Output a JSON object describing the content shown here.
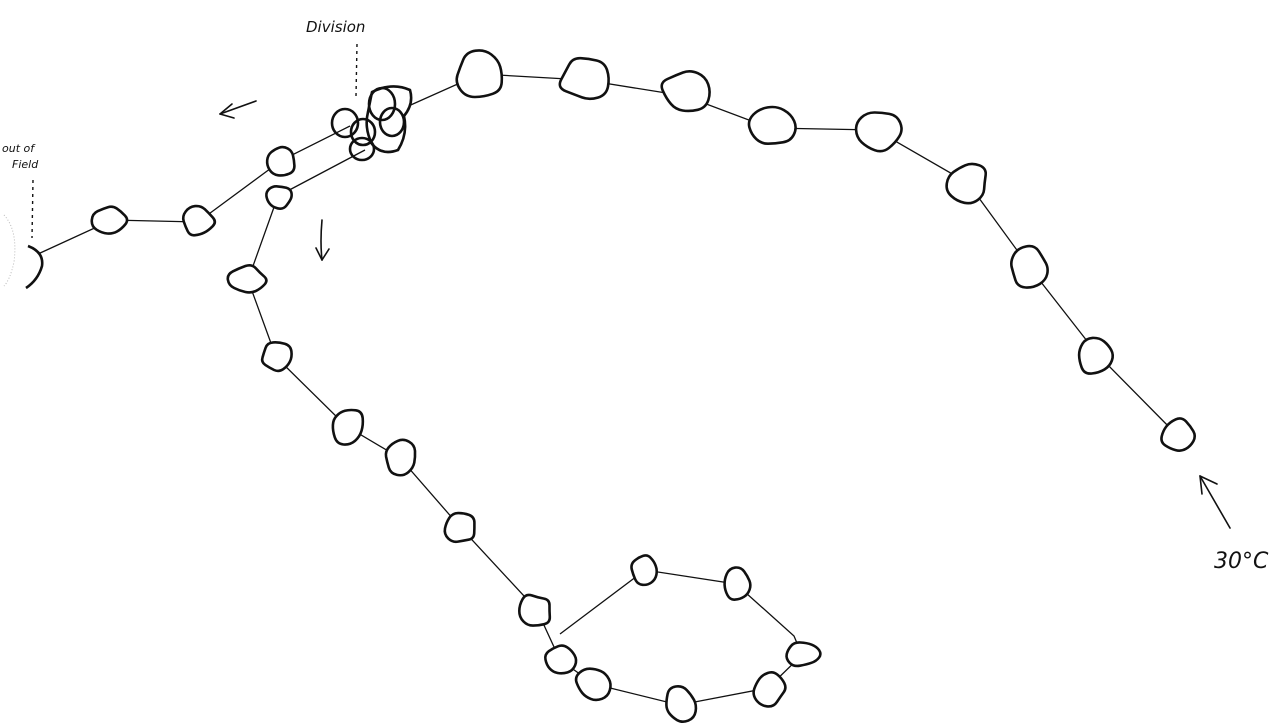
{
  "labels": {
    "division": "Division",
    "out_of_field_line1": "out of",
    "out_of_field_line2": "Field",
    "temperature": "30°C"
  },
  "colors": {
    "ink": "#111111",
    "paper": "#ffffff"
  },
  "icons": {
    "direction_left": "arrow-left-icon",
    "direction_down": "arrow-down-icon",
    "start_pointer": "arrow-up-left-icon"
  }
}
